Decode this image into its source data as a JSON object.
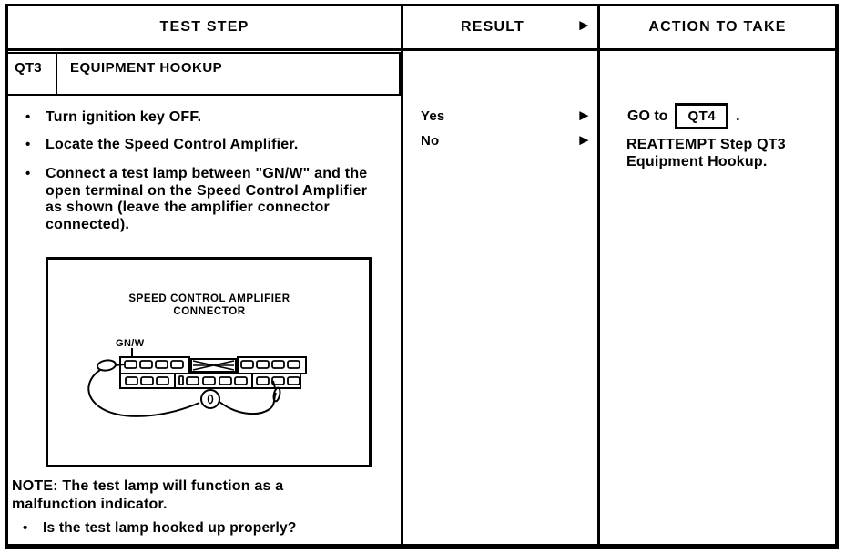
{
  "colors": {
    "ink": "#000000",
    "paper": "#ffffff"
  },
  "glyphs": {
    "bullet": "•",
    "arrow": "►"
  },
  "header": {
    "col1": "TEST STEP",
    "col2": "RESULT",
    "col3": "ACTION TO TAKE"
  },
  "step": {
    "id": "QT3",
    "title": "EQUIPMENT HOOKUP"
  },
  "test_step": {
    "bullets": [
      "Turn ignition key OFF.",
      "Locate the Speed Control Amplifier.",
      "Connect a test lamp between \"GN/W\" and the open terminal on the Speed Control Amplifier as shown (leave the amplifier connector connected)."
    ],
    "note": "NOTE: The test lamp will function as a malfunction indicator.",
    "question": "Is the test lamp hooked up properly?"
  },
  "figure": {
    "title_line1": "SPEED CONTROL AMPLIFIER",
    "title_line2": "CONNECTOR",
    "wire_label": "GN/W"
  },
  "results": [
    {
      "label": "Yes"
    },
    {
      "label": "No"
    }
  ],
  "actions": {
    "go_to_prefix": "GO to",
    "go_to_target": "QT4",
    "go_to_suffix": ".",
    "reattempt": "REATTEMPT Step QT3 Equipment Hookup."
  }
}
